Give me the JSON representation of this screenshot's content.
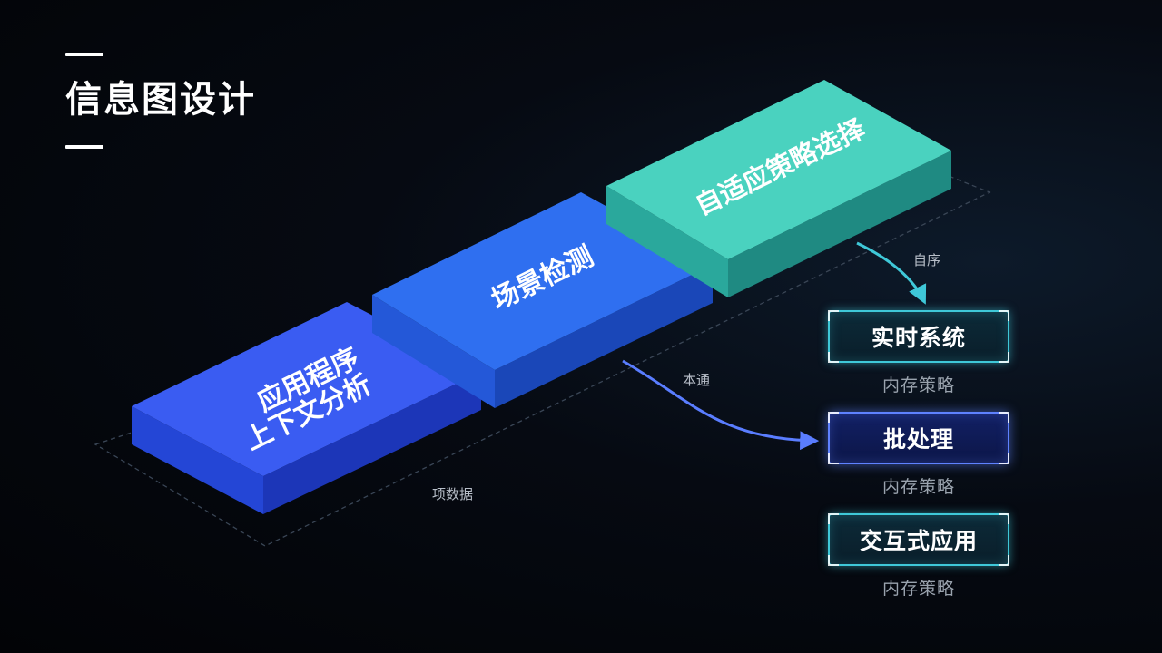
{
  "page": {
    "title": "信息图设计"
  },
  "steps": [
    {
      "lines": [
        "应用程序",
        "上下文分析"
      ],
      "top": "#3a5cf2",
      "side": "#1c36b8",
      "front": "#2446d6"
    },
    {
      "lines": [
        "场景检测"
      ],
      "top": "#2f6ff0",
      "side": "#1a47b8",
      "front": "#2458d8"
    },
    {
      "lines": [
        "自适应策略选择"
      ],
      "top": "#4ad2bf",
      "side": "#1f8a82",
      "front": "#2aa89c"
    }
  ],
  "connectors": {
    "base_label": "项数据",
    "arrow_top_label": "自序",
    "arrow_mid_label": "本通"
  },
  "outcomes": [
    {
      "label": "实时系统",
      "caption": "内存策略",
      "style": "teal"
    },
    {
      "label": "批处理",
      "caption": "内存策略",
      "style": "blue"
    },
    {
      "label": "交互式应用",
      "caption": "内存策略",
      "style": "teal"
    }
  ],
  "colors": {
    "background": "#05080e",
    "arrow_teal": "#3fc8d8",
    "arrow_blue": "#5a7dff",
    "dashed_outline": "#3a4656"
  }
}
